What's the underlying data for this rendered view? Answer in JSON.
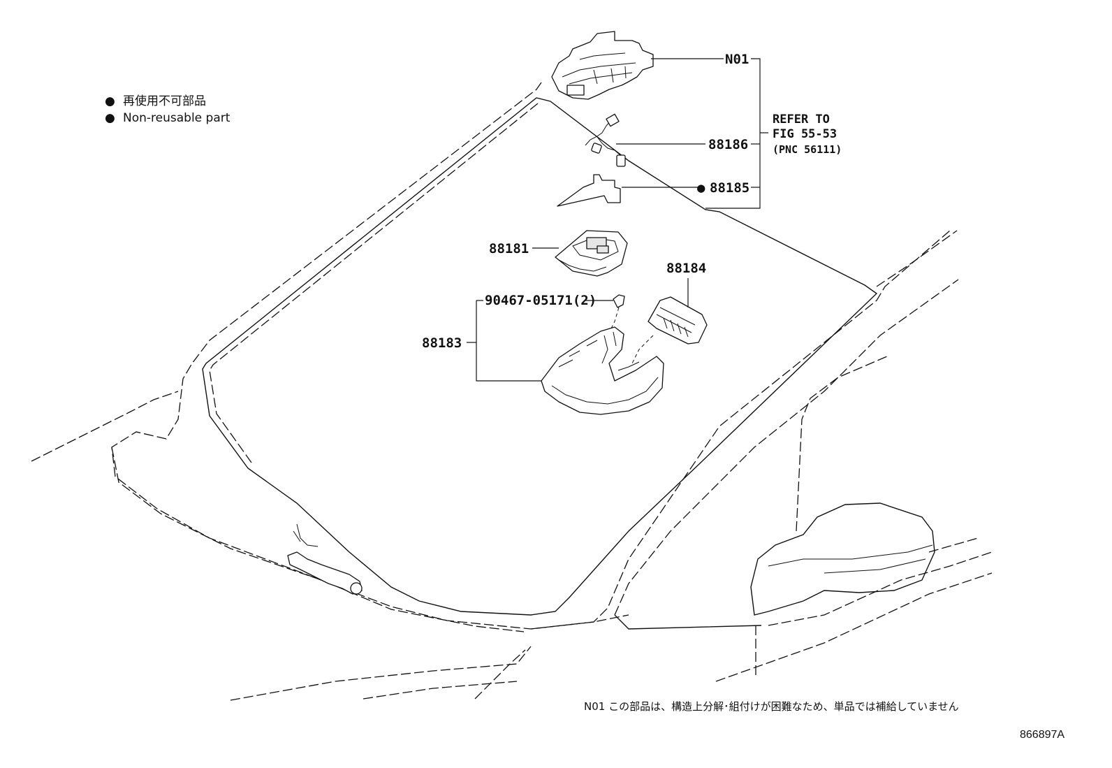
{
  "legend": {
    "bullet": "●",
    "line_ja": "再使用不可部品",
    "line_en": "Non-reusable part"
  },
  "callouts": {
    "n01": "N01",
    "p88186": "88186",
    "p88185": "88185",
    "p88185_marker": "●",
    "p88181": "88181",
    "p88184": "88184",
    "p90467": "90467-05171(2)",
    "p88183": "88183"
  },
  "refer": {
    "line1": "REFER TO",
    "line2": "FIG 55-53",
    "line3": "(PNC 56111)"
  },
  "footnote": "N01 この部品は、構造上分解･組付けが困難なため、単品では補給していません",
  "diagram_code": "866897A"
}
